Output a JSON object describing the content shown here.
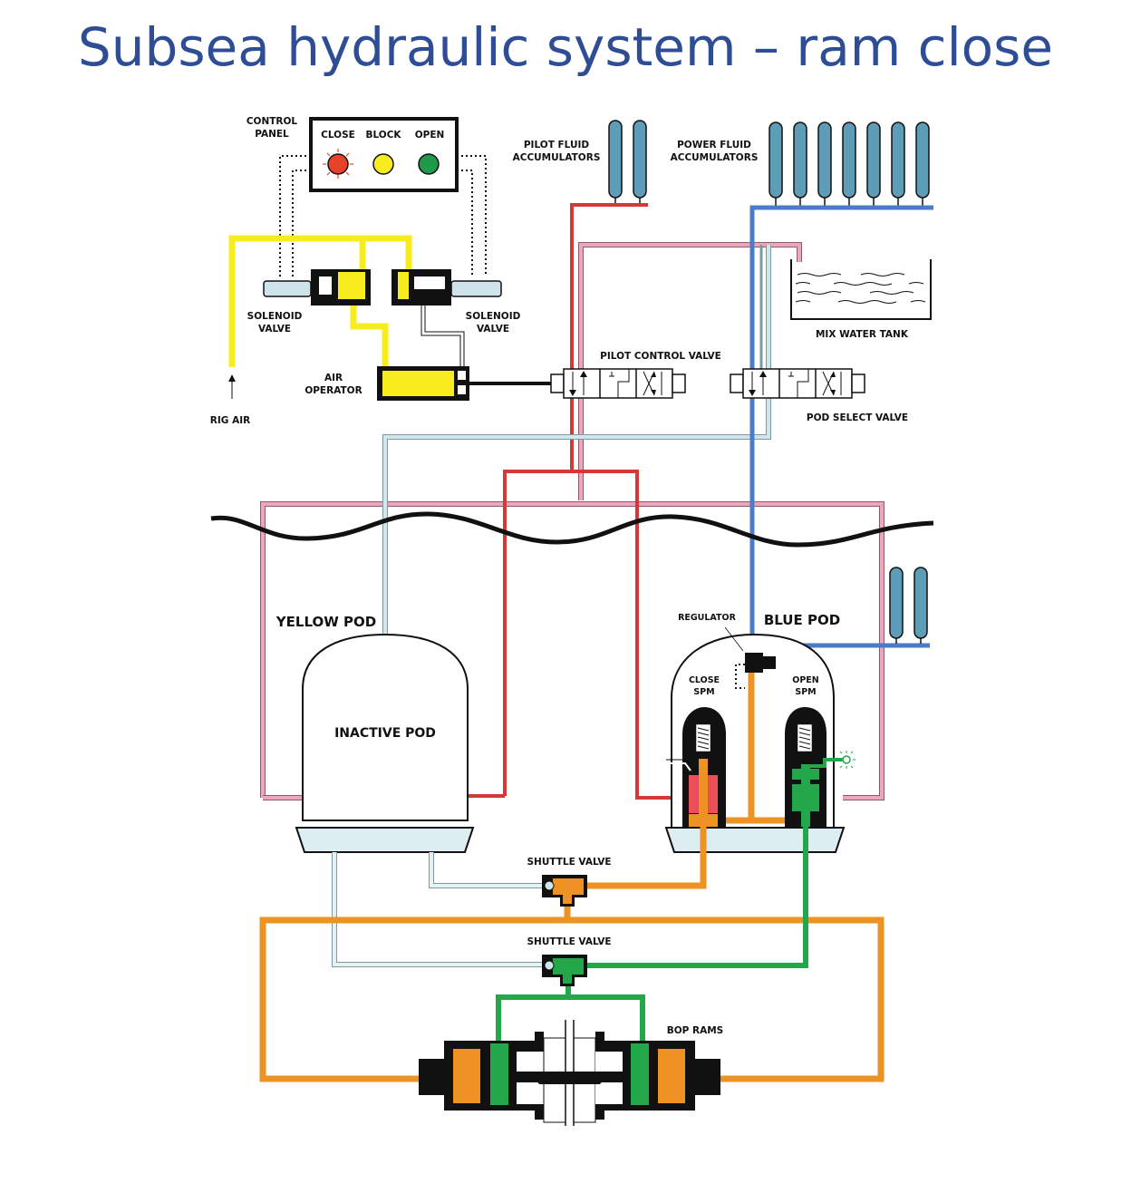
{
  "title": "Subsea hydraulic system – ram close",
  "colors": {
    "title": "#2E4D94",
    "air_yellow": "#F7EC1E",
    "pilot_red": "#D33A36",
    "return_pink": "#EEA5BE",
    "power_blue": "#4A7CC9",
    "pilot_lightblue": "#CFE6EA",
    "close_orange": "#EE9223",
    "open_green": "#22A84A",
    "accumulator": "#5D9DB8"
  },
  "control_panel": {
    "label_line1": "CONTROL",
    "label_line2": "PANEL",
    "buttons": [
      {
        "label": "CLOSE",
        "color": "#E8432A",
        "state": "lit"
      },
      {
        "label": "BLOCK",
        "color": "#F7EC1E",
        "state": "off"
      },
      {
        "label": "OPEN",
        "color": "#1E9A4A",
        "state": "off"
      }
    ]
  },
  "labels": {
    "pilot_acc_1": "PILOT FLUID",
    "pilot_acc_2": "ACCUMULATORS",
    "power_acc_1": "POWER FLUID",
    "power_acc_2": "ACCUMULATORS",
    "solenoid_l_1": "SOLENOID",
    "solenoid_l_2": "VALVE",
    "solenoid_r_1": "SOLENOID",
    "solenoid_r_2": "VALVE",
    "air_op_1": "AIR",
    "air_op_2": "OPERATOR",
    "rig_air": "RIG AIR",
    "mix_water_tank": "MIX WATER TANK",
    "pilot_control_valve": "PILOT CONTROL VALVE",
    "pod_select_valve": "POD SELECT VALVE",
    "yellow_pod": "YELLOW POD",
    "inactive_pod": "INACTIVE POD",
    "blue_pod": "BLUE POD",
    "regulator": "REGULATOR",
    "close_spm_1": "CLOSE",
    "close_spm_2": "SPM",
    "open_spm_1": "OPEN",
    "open_spm_2": "SPM",
    "shuttle_valve_1": "SHUTTLE VALVE",
    "shuttle_valve_2": "SHUTTLE VALVE",
    "bop_rams": "BOP RAMS"
  },
  "accumulators": {
    "pilot_count": 2,
    "power_count": 7,
    "subsea_count": 2
  }
}
